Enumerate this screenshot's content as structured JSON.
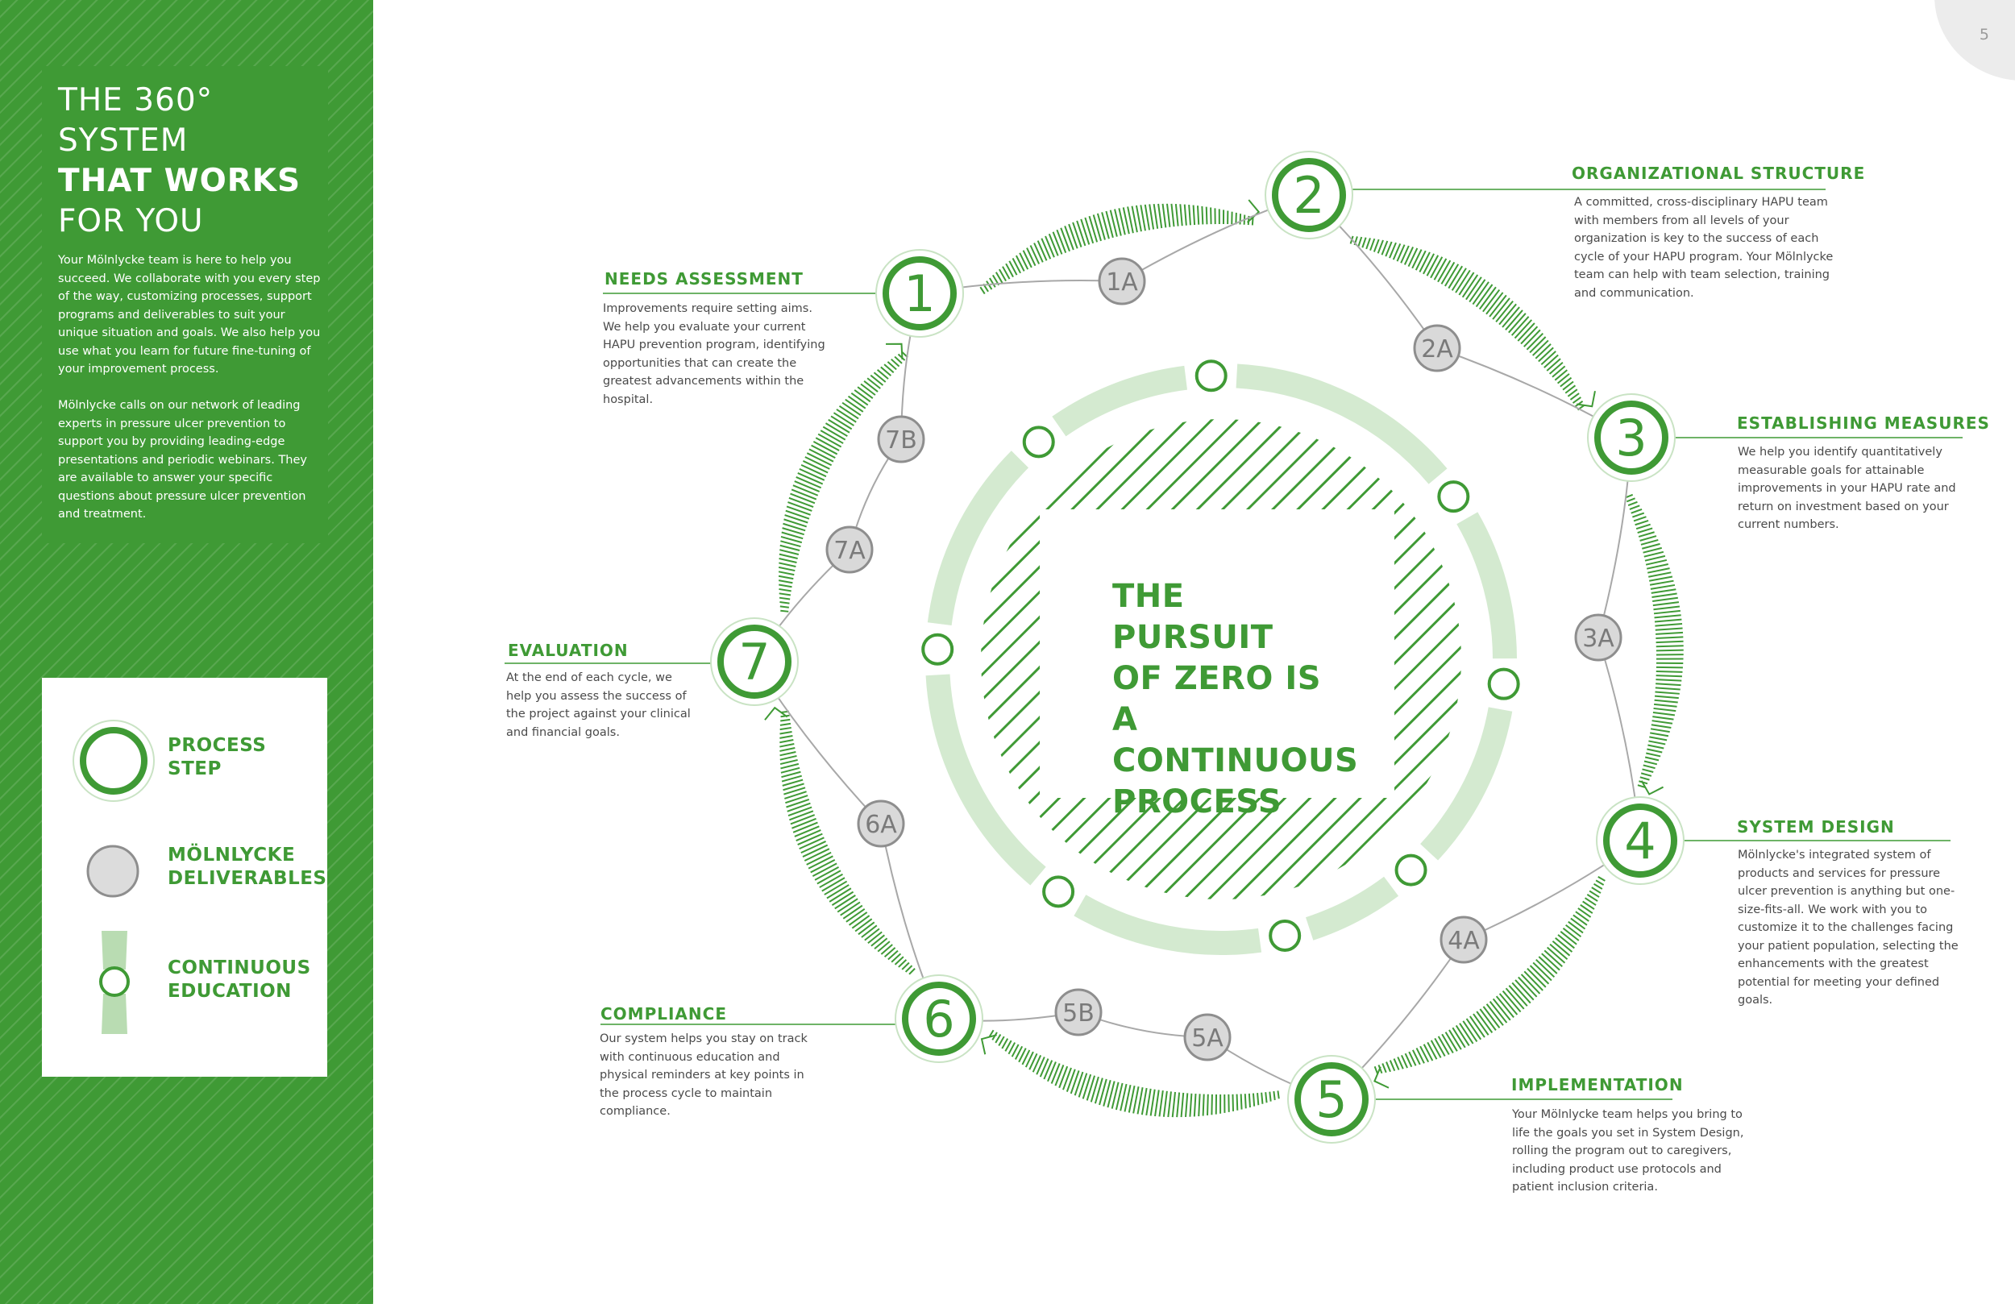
{
  "page_number": "5",
  "title": {
    "line1": "THE 360°",
    "line2": "SYSTEM",
    "line3": "THAT WORKS",
    "line4": "FOR YOU"
  },
  "intro": {
    "para1": "Your Mölnlycke team is here to help you succeed. We collaborate with you every step of the way, customizing processes, support programs and deliverables to suit your unique situation and goals. We also help you use what you learn for future fine-tuning of your improvement process.",
    "para2": "Mölnlycke calls on our network of leading experts in pressure ulcer prevention to support you by providing leading-edge presentations and periodic webinars. They are available to answer your specific questions about pressure ulcer prevention and treatment."
  },
  "legend": {
    "process_step": [
      "PROCESS",
      "STEP"
    ],
    "deliverables": [
      "MÖLNLYCKE",
      "DELIVERABLES"
    ],
    "education": [
      "CONTINUOUS",
      "EDUCATION"
    ]
  },
  "colors": {
    "brand_green": "#3f9a35",
    "light_green": "#d4ead0",
    "deliverable_gray": "#d9d9d9",
    "connector_gray": "#a8a8a8"
  },
  "center": {
    "line1": "THE PURSUIT",
    "line2": "OF ZERO IS A",
    "line3": "CONTINUOUS",
    "line4": "PROCESS"
  },
  "steps": [
    {
      "number": "1",
      "title": "NEEDS ASSESSMENT",
      "description": "Improvements require setting aims. We help you evaluate your current HAPU prevention program, identifying opportunities that can create the greatest advancements within the hospital."
    },
    {
      "number": "2",
      "title": "ORGANIZATIONAL STRUCTURE",
      "description": "A committed, cross-disciplinary HAPU team with members from all levels of your organization is key to the success of each cycle of your HAPU program. Your Mölnlycke team can help with team selection, training and communication."
    },
    {
      "number": "3",
      "title": "ESTABLISHING MEASURES",
      "description": "We help you identify quantitatively measurable goals for attainable improvements in your HAPU rate and return on investment based on your current numbers."
    },
    {
      "number": "4",
      "title": "SYSTEM DESIGN",
      "description": "Mölnlycke's integrated system of products and services for pressure ulcer prevention is anything but one-size-fits-all. We work with you to customize it to the challenges facing your patient population, selecting the enhancements with the greatest potential for meeting your defined goals."
    },
    {
      "number": "5",
      "title": "IMPLEMENTATION",
      "description": "Your Mölnlycke team helps you bring to life the goals you set in System Design, rolling the program out to caregivers, including product use protocols and patient inclusion criteria."
    },
    {
      "number": "6",
      "title": "COMPLIANCE",
      "description": "Our system helps you stay on track with continuous education and physical reminders at key points in the process cycle to maintain compliance."
    },
    {
      "number": "7",
      "title": "EVALUATION",
      "description": "At the end of each cycle, we help you assess the success of the project against your clinical and financial goals."
    }
  ],
  "deliverables": [
    "1A",
    "2A",
    "3A",
    "4A",
    "5A",
    "5B",
    "6A",
    "7A",
    "7B"
  ]
}
